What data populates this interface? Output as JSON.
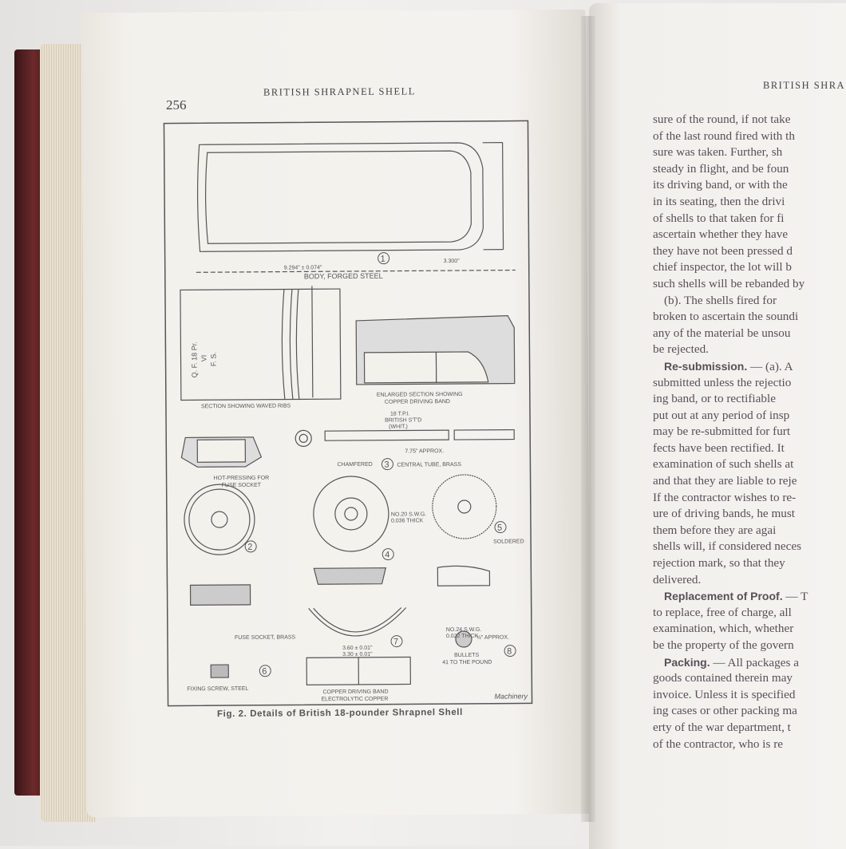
{
  "left_page": {
    "page_number": "256",
    "running_head": "BRITISH SHRAPNEL SHELL",
    "figure": {
      "caption": "Fig. 2.  Details of British 18-pounder Shrapnel Shell",
      "credit": "Machinery",
      "labels": {
        "body": "BODY, FORGED STEEL",
        "body_length": "9.294\" ± 0.074\"",
        "body_dim": "3.300\"",
        "ribs": "SECTION SHOWING WAVED RIBS",
        "marking": [
          "Q. F. 18 Pr.",
          "VI",
          "F. S."
        ],
        "enlarged": [
          "ENLARGED SECTION SHOWING",
          "COPPER DRIVING BAND"
        ],
        "hot_pressing": [
          "HOT-PRESSING FOR",
          "FUSE SOCKET"
        ],
        "tube": "CENTRAL TUBE, BRASS",
        "chamfered": "CHAMFERED",
        "tube_length": "7.75\" APPROX.",
        "tube_thread": [
          "18 T.P.I.",
          "BRITISH S'T'D",
          "(WHIT.)"
        ],
        "disc_20": [
          "NO.20 S.W.G.",
          "0.036 THICK"
        ],
        "disc_24": [
          "NO.24 S.W.G.",
          "0.022 THICK"
        ],
        "soldered": "SOLDERED",
        "fuse_socket": "FUSE SOCKET, BRASS",
        "fixing_screw": "FIXING SCREW, STEEL",
        "band": [
          "COPPER DRIVING BAND",
          "ELECTROLYTIC COPPER"
        ],
        "band_dims": [
          "3.60 ± 0.01\"",
          "3.30 ± 0.01\""
        ],
        "bullets": [
          "BULLETS",
          "41 TO THE POUND"
        ],
        "bullet_size": "½\" APPROX.",
        "numbers": [
          "1",
          "2",
          "3",
          "4",
          "5",
          "6",
          "7",
          "8"
        ]
      }
    }
  },
  "right_page": {
    "running_head": "BRITISH SHRA",
    "lines": [
      {
        "t": "sure of the round, if not take"
      },
      {
        "t": "of the last round fired with th"
      },
      {
        "t": "sure was taken.  Further, sh"
      },
      {
        "t": "steady in flight, and be foun"
      },
      {
        "t": "its driving band, or with the"
      },
      {
        "t": "in its seating, then the drivi"
      },
      {
        "t": "of shells to that taken for fi"
      },
      {
        "t": "ascertain whether they have"
      },
      {
        "t": "they have not been pressed d"
      },
      {
        "t": "chief inspector, the lot will b"
      },
      {
        "t": "such shells will be rebanded by"
      },
      {
        "t": "(b).  The shells fired for",
        "ind": true
      },
      {
        "t": "broken to ascertain the soundi"
      },
      {
        "t": "any of the material be unsou"
      },
      {
        "t": "be rejected."
      },
      {
        "h": "Re-submission.",
        "t": " — (a).  A",
        "ind": true
      },
      {
        "t": "submitted unless the rejectio"
      },
      {
        "t": "ing band, or to rectifiable"
      },
      {
        "t": "put out at any period of insp"
      },
      {
        "t": "may be re-submitted for furt"
      },
      {
        "t": "fects have been rectified.  It"
      },
      {
        "t": "examination of such shells at"
      },
      {
        "t": "and that they are liable to reje"
      },
      {
        "t": "If the contractor wishes to re-"
      },
      {
        "t": "ure of driving bands, he must"
      },
      {
        "t": "them before they are agai"
      },
      {
        "t": "shells will, if considered neces"
      },
      {
        "t": "rejection mark, so that they"
      },
      {
        "t": "delivered."
      },
      {
        "h": "Replacement of Proof.",
        "t": " — T",
        "ind": true
      },
      {
        "t": "to replace, free of charge, all"
      },
      {
        "t": "examination, which, whether"
      },
      {
        "t": "be the property of the govern"
      },
      {
        "h": "Packing.",
        "t": " — All packages a",
        "ind": true
      },
      {
        "t": "goods contained therein may"
      },
      {
        "t": "invoice.  Unless it is specified"
      },
      {
        "t": "ing cases or other packing ma"
      },
      {
        "t": "erty of the war department, t"
      },
      {
        "t": "of the contractor, who is re"
      }
    ]
  }
}
